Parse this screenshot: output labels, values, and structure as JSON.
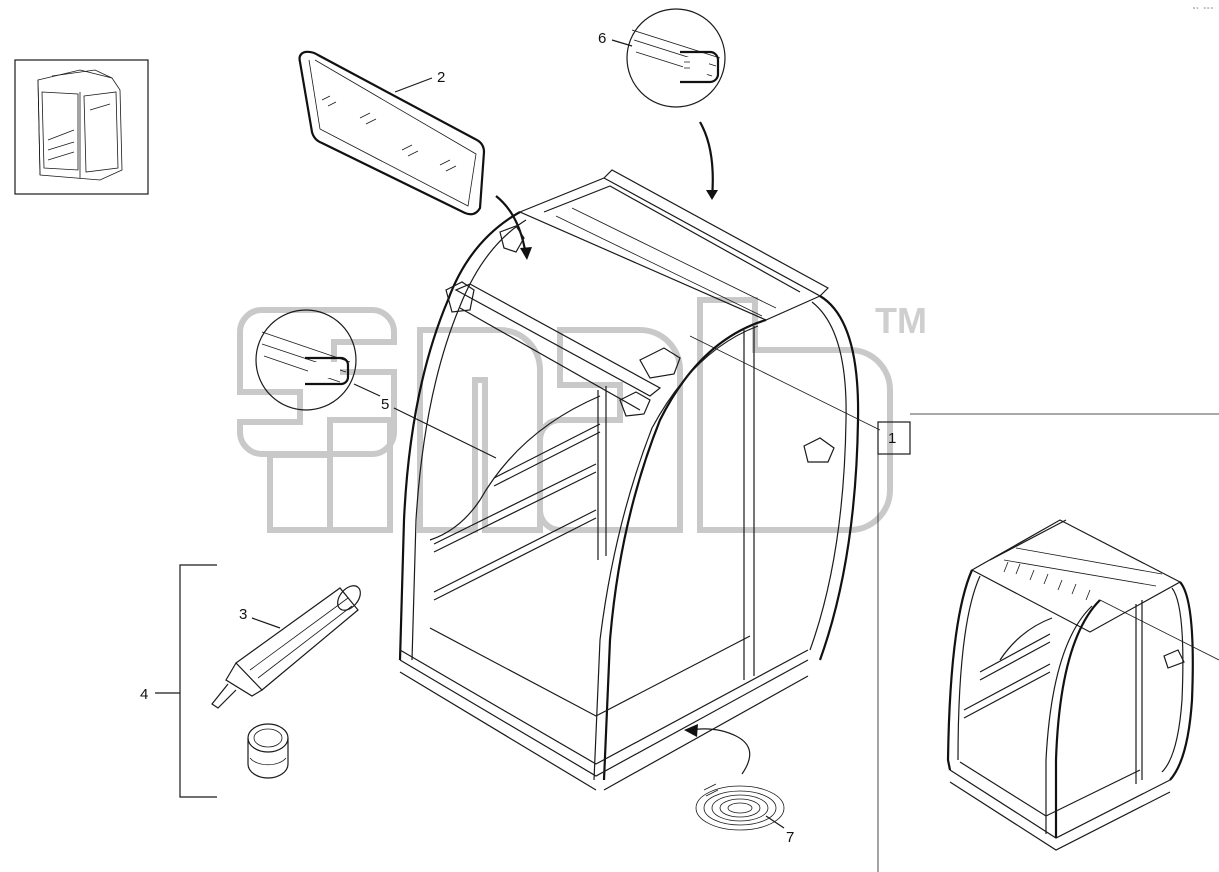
{
  "corner_text": "ᵃˢ ᵒᵒᵒ",
  "watermark": {
    "trademark": "TM"
  },
  "callouts": {
    "c1": "1",
    "c2": "2",
    "c3": "3",
    "c4": "4",
    "c5": "5",
    "c6": "6",
    "c7": "7"
  }
}
